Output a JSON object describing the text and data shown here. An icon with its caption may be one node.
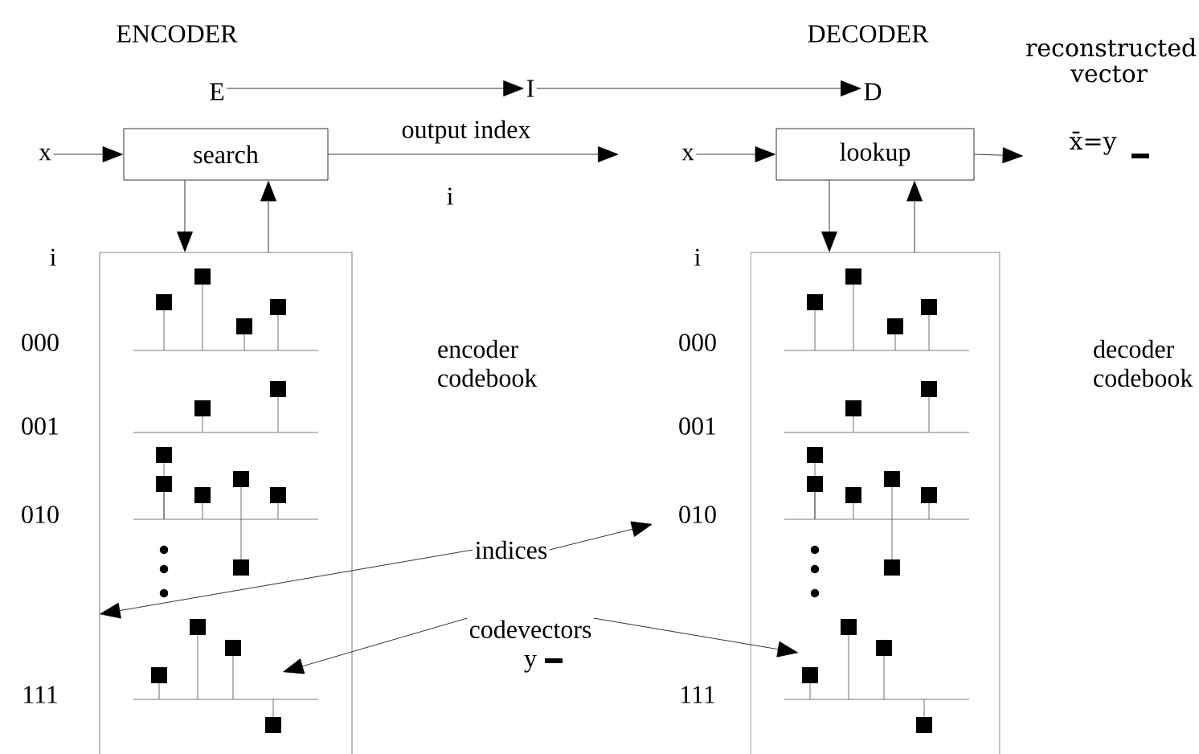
{
  "diagram": {
    "nodes": [
      {
        "text": [
          "search"
        ]
      },
      {
        "text": [],
        "shape": "box",
        "beside": [
          "encoder codebook"
        ]
      },
      {
        "text": [
          "lookup"
        ]
      },
      {
        "text": [],
        "shape": "box",
        "beside": [
          "decoder codebook"
        ]
      },
      {
        "text": [
          "x"
        ]
      },
      {
        "text": [
          "x"
        ]
      },
      {
        "text": [
          "reconstructed vector",
          "x̄=y"
        ]
      },
      {
        "text": [
          "indices"
        ]
      },
      {
        "text": [
          "codevectors",
          "y"
        ]
      },
      {
        "text": [
          "E"
        ]
      },
      {
        "text": [
          "I"
        ]
      },
      {
        "text": [
          "D"
        ]
      }
    ],
    "edges": [
      {
        "from": 4,
        "to": 0,
        "arrow": "to"
      },
      {
        "from": 0,
        "to": 1,
        "arrow": "to"
      },
      {
        "from": 1,
        "to": 0,
        "arrow": "to"
      },
      {
        "from": 0,
        "to": null,
        "arrow": "to",
        "label": "output index"
      },
      {
        "from": 9,
        "to": 10,
        "arrow": "to"
      },
      {
        "from": 10,
        "to": 11,
        "arrow": "to"
      },
      {
        "from": 5,
        "to": 2,
        "arrow": "to"
      },
      {
        "from": 2,
        "to": 3,
        "arrow": "to"
      },
      {
        "from": 3,
        "to": 2,
        "arrow": "to"
      },
      {
        "from": 2,
        "to": 6,
        "arrow": "to"
      },
      {
        "from": 7,
        "to": 1,
        "arrow": "to"
      },
      {
        "from": 7,
        "to": null,
        "arrow": "to"
      },
      {
        "from": 8,
        "to": 1,
        "arrow": "to"
      },
      {
        "from": 8,
        "to": 3,
        "arrow": "to"
      }
    ],
    "labels": [
      "ENCODER",
      "DECODER",
      "i",
      "i",
      "000",
      "001",
      "010",
      "111",
      "i",
      "000",
      "001",
      "010",
      "111"
    ]
  }
}
